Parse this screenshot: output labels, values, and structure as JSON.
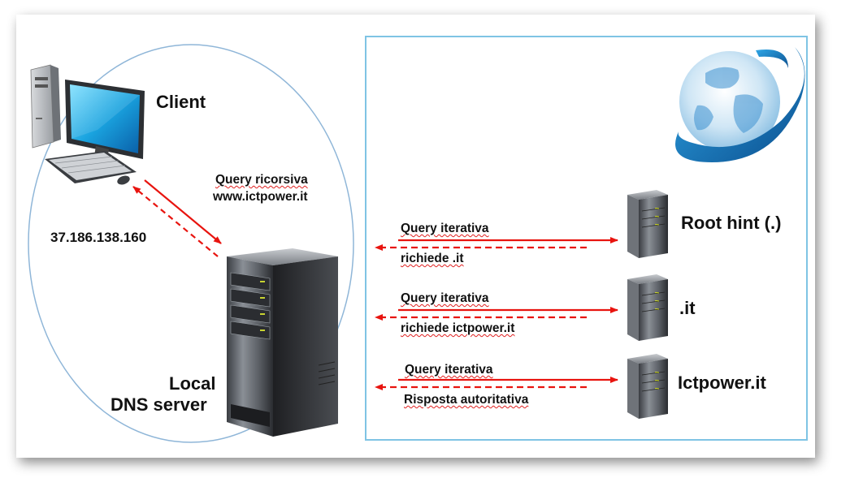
{
  "labels": {
    "client": "Client",
    "recursive_query_line1": "Query ricorsiva",
    "recursive_query_line2": "www.ictpower.it",
    "ip_address": "37.186.138.160",
    "local_dns_line1": "Local",
    "local_dns_line2": "DNS server"
  },
  "servers": [
    {
      "name": "Root hint (.)",
      "query": "Query iterativa",
      "response": "richiede .it"
    },
    {
      "name": ".it",
      "query": "Query iterativa",
      "response": "richiede ictpower.it"
    },
    {
      "name": "Ictpower.it",
      "query": "Query iterativa",
      "response": "Risposta autoritativa"
    }
  ],
  "colors": {
    "arrow": "#e8140f",
    "panel_border": "#7fc4e4",
    "ellipse": "#8fb6d8",
    "globe": "#1a7fc0"
  },
  "icons": [
    "desktop-computer-icon",
    "tower-server-icon",
    "rack-server-icon",
    "globe-icon"
  ]
}
